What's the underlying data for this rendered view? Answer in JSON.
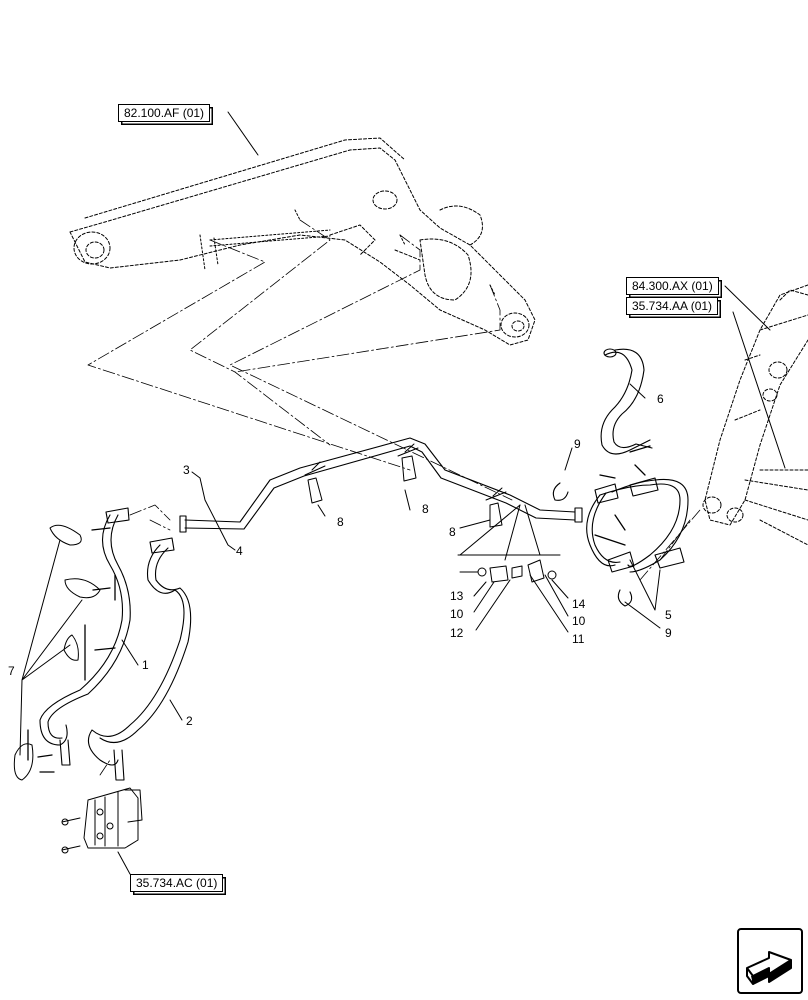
{
  "references": {
    "boom": "82.100.AF (01)",
    "frame1": "84.300.AX (01)",
    "frame2": "35.734.AA (01)",
    "valve": "35.734.AC (01)"
  },
  "callouts": {
    "c1": "1",
    "c2": "2",
    "c3": "3",
    "c4": "4",
    "c5": "5",
    "c6": "6",
    "c7": "7",
    "c8a": "8",
    "c8b": "8",
    "c8c": "8",
    "c9a": "9",
    "c9b": "9",
    "c10a": "10",
    "c10b": "10",
    "c11": "11",
    "c12": "12",
    "c13": "13",
    "c14": "14"
  },
  "icons": {
    "next_page": "next-page-arrow-icon"
  }
}
